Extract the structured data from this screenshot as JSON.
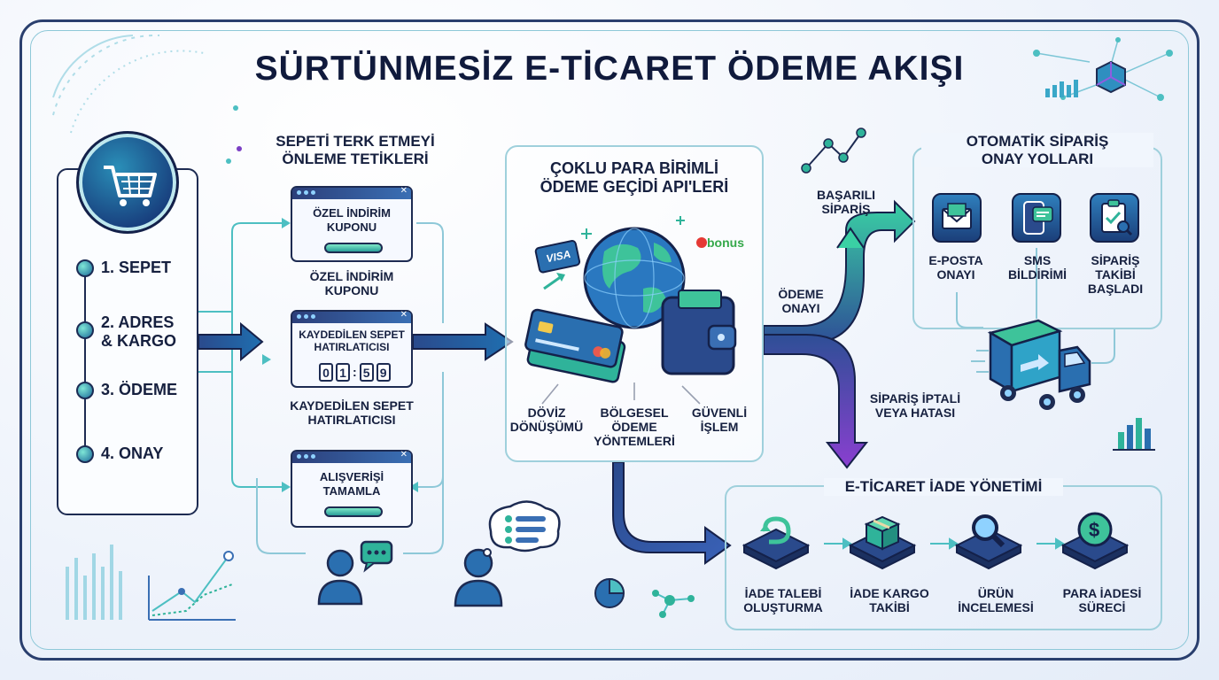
{
  "title": "SÜRTÜNMESİZ E-TİCARET ÖDEME AKIŞI",
  "steps": {
    "s1": "1. SEPET",
    "s2a": "2. ADRES",
    "s2b": "& KARGO",
    "s3": "3. ÖDEME",
    "s4": "4. ONAY"
  },
  "abandon": {
    "title_l1": "SEPETİ TERK ETMEYİ",
    "title_l2": "ÖNLEME TETİKLERİ",
    "popup1_l1": "ÖZEL İNDİRİM",
    "popup1_l2": "KUPONU",
    "label1_l1": "ÖZEL İNDİRİM",
    "label1_l2": "KUPONU",
    "popup2_l1": "KAYDEDİLEN SEPET",
    "popup2_l2": "HATIRLATICISI",
    "timer": [
      "0",
      "1",
      "5",
      "9"
    ],
    "label2_l1": "KAYDEDİLEN SEPET",
    "label2_l2": "HATIRLATICISI",
    "popup3_l1": "ALIŞVERİŞİ",
    "popup3_l2": "TAMAMLA"
  },
  "gateway": {
    "title_l1": "ÇOKLU PARA BİRİMLİ",
    "title_l2": "ÖDEME GEÇİDİ API'LERİ",
    "visa": "VISA",
    "bonus": "bonus",
    "f1_l1": "DÖVİZ",
    "f1_l2": "DÖNÜŞÜMÜ",
    "f2_l1": "BÖLGESEL",
    "f2_l2": "ÖDEME",
    "f2_l3": "YÖNTEMLERİ",
    "f3_l1": "GÜVENLİ",
    "f3_l2": "İŞLEM"
  },
  "flow": {
    "success_l1": "BAŞARILI",
    "success_l2": "SİPARİŞ",
    "payment_l1": "ÖDEME",
    "payment_l2": "ONAYI",
    "cancel_l1": "SİPARİŞ İPTALİ",
    "cancel_l2": "VEYA HATASI"
  },
  "confirm": {
    "title_l1": "OTOMATİK SİPARİŞ",
    "title_l2": "ONAY YOLLARI",
    "c1_l1": "E-POSTA",
    "c1_l2": "ONAYI",
    "c2_l1": "SMS",
    "c2_l2": "BİLDİRİMİ",
    "c3_l1": "SİPARİŞ",
    "c3_l2": "TAKİBİ",
    "c3_l3": "BAŞLADI"
  },
  "returns": {
    "title": "E-TİCARET İADE YÖNETİMİ",
    "r1_l1": "İADE TALEBİ",
    "r1_l2": "OLUŞTURMA",
    "r2_l1": "İADE KARGO",
    "r2_l2": "TAKİBİ",
    "r3_l1": "ÜRÜN",
    "r3_l2": "İNCELEMESİ",
    "r4_l1": "PARA İADESİ",
    "r4_l2": "SÜRECİ"
  },
  "colors": {
    "navy": "#1d2b52",
    "teal": "#2fb39a",
    "blue": "#3a6fb4",
    "purple": "#7b3fc4",
    "line": "#8ec8d8"
  }
}
